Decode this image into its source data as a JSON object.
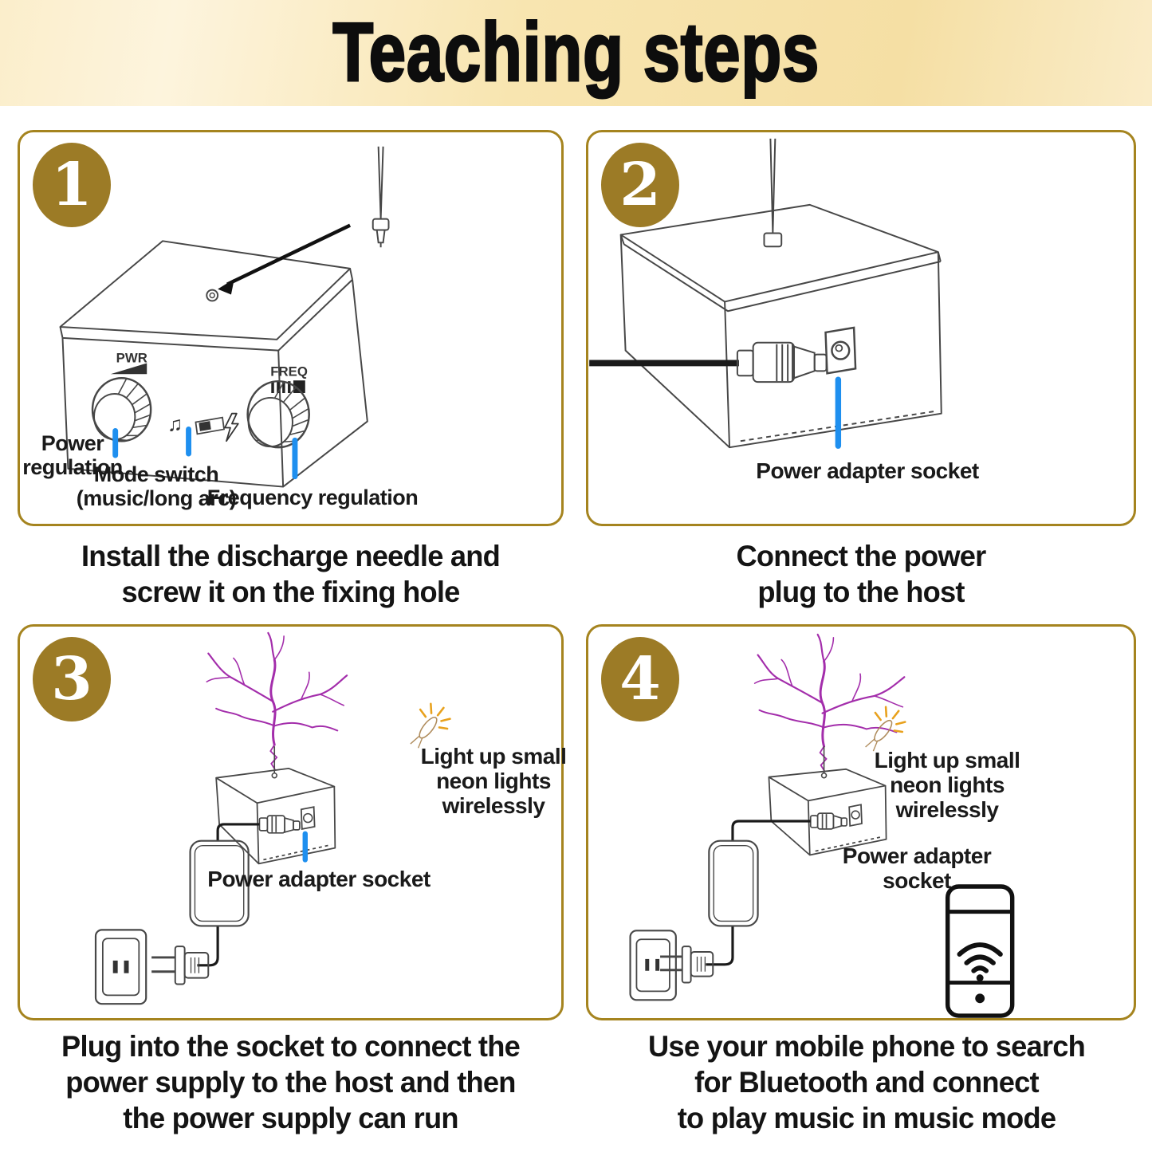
{
  "title": "Teaching steps",
  "colors": {
    "accent_gold": "#9c7b26",
    "panel_border": "#a5841f",
    "leader_blue": "#1e8fef",
    "lightning_purple": "#a32dab",
    "header_cream": "#f8e5b0"
  },
  "panels": [
    {
      "number": "1",
      "device_labels": {
        "pwr": "PWR",
        "freq": "FREQ"
      },
      "icons": {
        "music_notes_glyph": "♫"
      },
      "annotations": {
        "power": "Power\nregulation",
        "mode": "Mode switch\n(music/long arc)",
        "frequency": "Frequency regulation"
      },
      "caption": "Install the discharge needle and\nscrew it on the fixing hole"
    },
    {
      "number": "2",
      "annotations": {
        "socket": "Power adapter socket"
      },
      "caption": "Connect the power\nplug to the host"
    },
    {
      "number": "3",
      "annotations": {
        "neon": "Light up small\nneon lights\nwirelessly",
        "socket": "Power adapter socket"
      },
      "caption": "Plug into the socket to connect the\npower supply to the host and then\nthe power supply can run"
    },
    {
      "number": "4",
      "annotations": {
        "neon": "Light up small\nneon lights\nwirelessly",
        "socket": "Power adapter\nsocket"
      },
      "caption": "Use your mobile phone to search\nfor Bluetooth and connect\nto play music in music mode"
    }
  ]
}
